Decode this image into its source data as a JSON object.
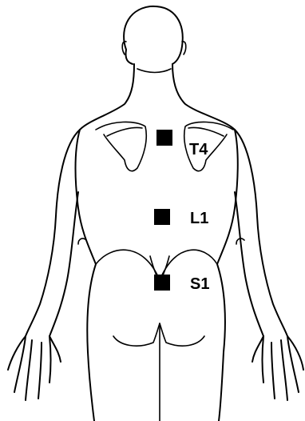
{
  "markers": [
    {
      "label": "T4"
    },
    {
      "label": "L1"
    },
    {
      "label": "S1"
    }
  ],
  "colors": {
    "stroke": "#000000",
    "marker": "#000000",
    "background": "#ffffff"
  }
}
